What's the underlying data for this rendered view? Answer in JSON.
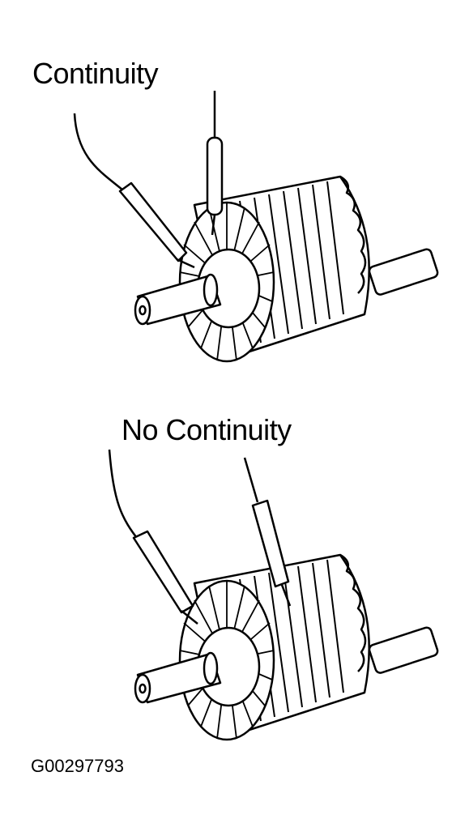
{
  "figure": {
    "top_label": "Continuity",
    "bottom_label": "No Continuity",
    "figure_id": "G00297793"
  },
  "colors": {
    "ink": "#000000",
    "paper": "#ffffff"
  }
}
